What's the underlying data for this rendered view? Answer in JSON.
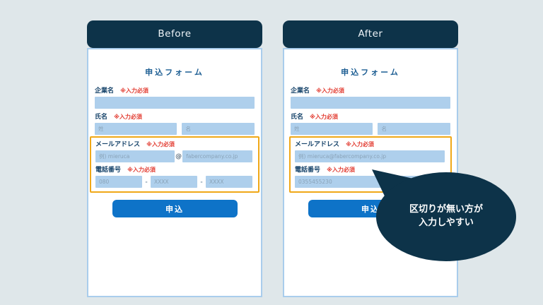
{
  "shared": {
    "form_title": "申込フォーム",
    "required_note": "※入力必須",
    "labels": {
      "company": "企業名",
      "name": "氏名",
      "email": "メールアドレス",
      "phone": "電話番号"
    },
    "name_placeholders": {
      "last": "姓",
      "first": "名"
    },
    "submit_label": "申込"
  },
  "before": {
    "header": "Before",
    "email": {
      "local_placeholder": "例) mieruca",
      "at_separator": "@",
      "domain_placeholder": "fabercompany.co.jp"
    },
    "phone": {
      "part1_placeholder": "080",
      "part2_placeholder": "XXXX",
      "part3_placeholder": "XXXX",
      "separator": "-"
    }
  },
  "after": {
    "header": "After",
    "email_placeholder": "例) mieruca@fabercompany.co.jp",
    "phone_placeholder": "0355455230"
  },
  "bubble": {
    "line1": "区切りが無い方が",
    "line2": "入力しやすい"
  },
  "colors": {
    "background": "#dfe7ea",
    "navy": "#0d3349",
    "panel_border_blue": "#a9cdec",
    "input_blue": "#aecfec",
    "button_blue": "#0e73c8",
    "highlight_orange": "#f0a818",
    "required_red": "#e23b30",
    "title_blue": "#1d5e93"
  }
}
